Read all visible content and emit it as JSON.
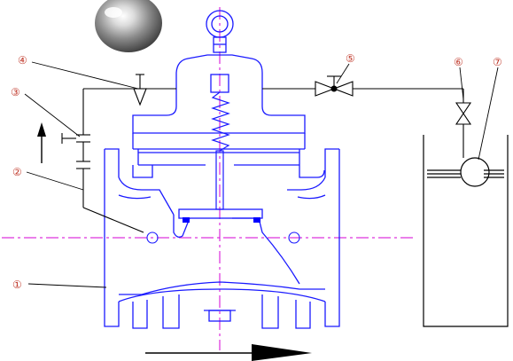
{
  "callouts": [
    {
      "id": "1",
      "text": "①"
    },
    {
      "id": "2",
      "text": "②"
    },
    {
      "id": "3",
      "text": "③"
    },
    {
      "id": "4",
      "text": "④"
    },
    {
      "id": "5",
      "text": "⑤"
    },
    {
      "id": "6",
      "text": "⑥"
    },
    {
      "id": "7",
      "text": "⑦"
    }
  ],
  "colors": {
    "outline": "#1a1aff",
    "centerline": "#d600d6",
    "piping": "#000000",
    "callout": "#c0392b",
    "seal": "#0000ff"
  },
  "flow_direction": "right",
  "icons": [
    "steel-ball-float",
    "eye-bolt",
    "compression-spring",
    "needle-valve",
    "ball-valve",
    "globe-valve",
    "float-ball",
    "flow-arrow"
  ]
}
